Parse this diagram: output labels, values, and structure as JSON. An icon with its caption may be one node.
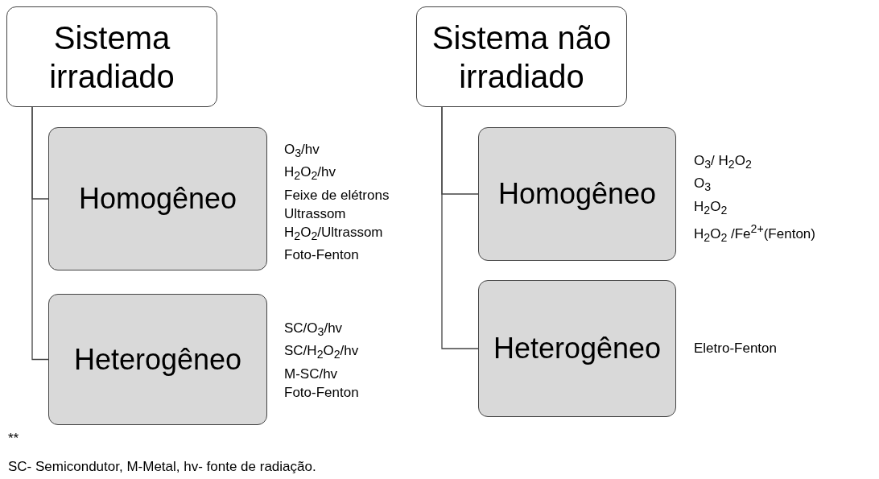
{
  "diagram": {
    "nodes": [
      {
        "text": [
          "Sistema irradiado"
        ]
      },
      {
        "text": [
          "Homogêneo"
        ],
        "beside": [
          "O$_{3}$/hv",
          "H$_{2}$O$_{2}$/hv",
          "Feixe de elétrons",
          "Ultrassom",
          "H$_{2}$O$_{2}$/Ultrassom",
          "Foto-Fenton"
        ]
      },
      {
        "text": [
          "Heterogêneo"
        ],
        "beside": [
          "SC/O$_{3}$/hv",
          "SC/H$_{2}$O$_{2}$/hv",
          "M-SC/hv",
          "Foto-Fenton"
        ]
      },
      {
        "text": [
          "Sistema não irradiado"
        ]
      },
      {
        "text": [
          "Homogêneo"
        ],
        "beside": [
          "O$_{3}$/ H$_{2}$O$_{2}$",
          "O$_{3}$",
          "H$_{2}$O$_{2}$",
          "H$_{2}$O$_{2}$ /Fe$^{2+}$(Fenton)"
        ]
      },
      {
        "text": [
          "Heterogêneo"
        ],
        "beside": [
          "Eletro-Fenton"
        ]
      }
    ],
    "edges": [
      {
        "from": 0,
        "to": 1,
        "arrow": "none"
      },
      {
        "from": 0,
        "to": 2,
        "arrow": "none"
      },
      {
        "from": 3,
        "to": 4,
        "arrow": "none"
      },
      {
        "from": 3,
        "to": 5,
        "arrow": "none"
      }
    ],
    "labels": [
      "**",
      "SC- Semicondutor, M-Metal, hv- fonte de radiação."
    ]
  }
}
